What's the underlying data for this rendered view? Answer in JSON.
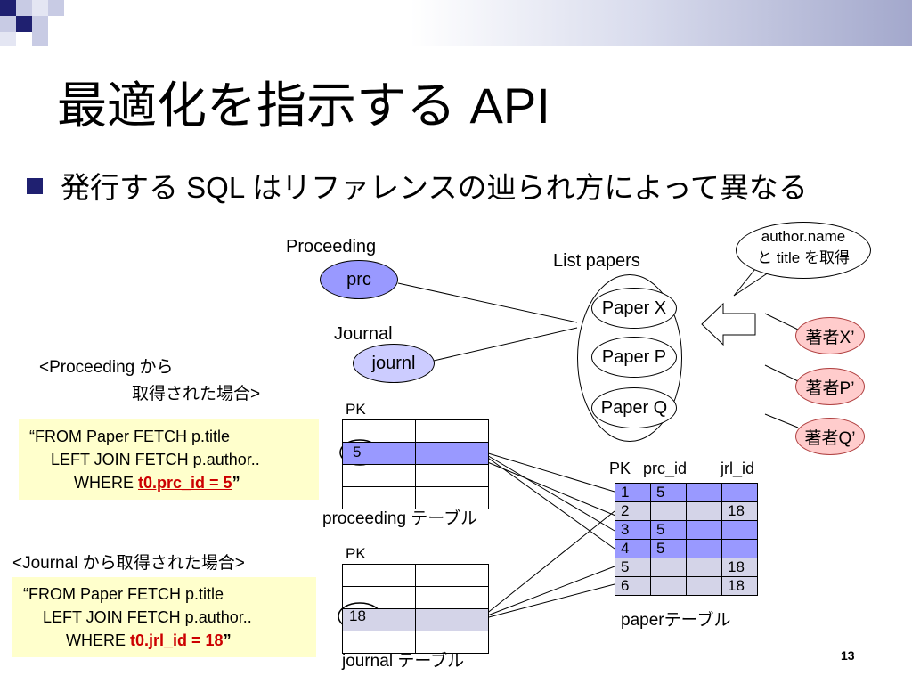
{
  "slide": {
    "title": "最適化を指示する API",
    "bullet": "発行する SQL はリファレンスの辿られ方によって異なる",
    "page_number": "13"
  },
  "entities": {
    "proceeding_label": "Proceeding",
    "prc_label": "prc",
    "journal_label": "Journal",
    "journl_label": "journl",
    "list_label": "List papers",
    "papers": [
      "Paper X",
      "Paper P",
      "Paper Q"
    ],
    "authors": [
      "著者X’",
      "著者P’",
      "著者Q’"
    ],
    "callout_line1": "author.name",
    "callout_line2": "と title を取得"
  },
  "proceeding_case": {
    "heading_line1": "<Proceeding から",
    "heading_line2": "取得された場合>",
    "sql_line1": "“FROM Paper FETCH p.title",
    "sql_line2": "LEFT JOIN FETCH p.author..",
    "sql_line3_prefix": "WHERE ",
    "sql_line3_red": "t0.prc_id = 5",
    "sql_line3_suffix": "”"
  },
  "journal_case": {
    "heading": "<Journal から取得された場合>",
    "sql_line1": "“FROM Paper FETCH p.title",
    "sql_line2": "LEFT JOIN FETCH p.author..",
    "sql_line3_prefix": "WHERE ",
    "sql_line3_red": "t0.jrl_id = 18",
    "sql_line3_suffix": "”"
  },
  "proceeding_table": {
    "pk_label": "PK",
    "highlight_value": "5",
    "caption": "proceeding テーブル"
  },
  "journal_table": {
    "pk_label": "PK",
    "highlight_value": "18",
    "caption": "journal テーブル"
  },
  "paper_table": {
    "headers": [
      "PK",
      "prc_id",
      "jrl_id"
    ],
    "rows": [
      {
        "pk": "1",
        "prc_id": "5",
        "jrl_id": ""
      },
      {
        "pk": "2",
        "prc_id": "",
        "jrl_id": "18"
      },
      {
        "pk": "3",
        "prc_id": "5",
        "jrl_id": ""
      },
      {
        "pk": "4",
        "prc_id": "5",
        "jrl_id": ""
      },
      {
        "pk": "5",
        "prc_id": "",
        "jrl_id": "18"
      },
      {
        "pk": "6",
        "prc_id": "",
        "jrl_id": "18"
      }
    ],
    "caption": "paperテーブル"
  },
  "colors": {
    "blue_fill": "#9999ff",
    "lavender_fill": "#ccccff",
    "gray_fill": "#d4d4e8",
    "pink_fill": "#ffcccc",
    "code_bg": "#ffffcc",
    "sql_red": "#cc0000"
  }
}
